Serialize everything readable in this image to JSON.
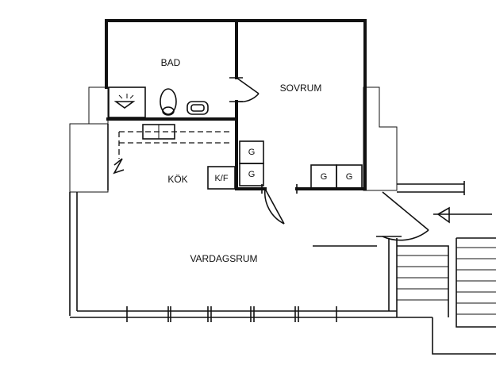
{
  "rooms": {
    "bad": "BAD",
    "sovrum": "SOVRUM",
    "kok": "KÖK",
    "vardagsrum": "VARDAGSRUM"
  },
  "fixtures": {
    "fridge_freezer": "K/F",
    "cabinet": "G"
  }
}
